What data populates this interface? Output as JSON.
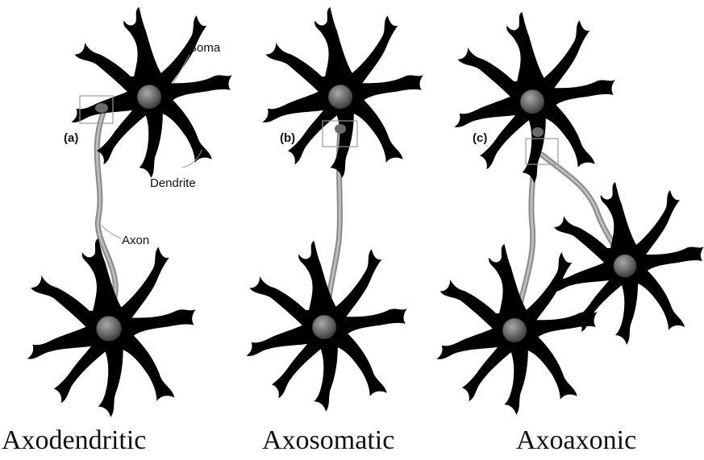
{
  "labels": {
    "soma": "Soma",
    "dendrite": "Dendrite",
    "axon": "Axon"
  },
  "panels": [
    {
      "tag": "(a)",
      "caption": "Axodendritic"
    },
    {
      "tag": "(b)",
      "caption": "Axosomatic"
    },
    {
      "tag": "(c)",
      "caption": "Axoaxonic"
    }
  ],
  "colors": {
    "cell_fill": "#d9d9d9",
    "cell_outline": "#6e6e6e",
    "nucleus": "#5a5a5a",
    "axon": "#8a8a8a"
  }
}
